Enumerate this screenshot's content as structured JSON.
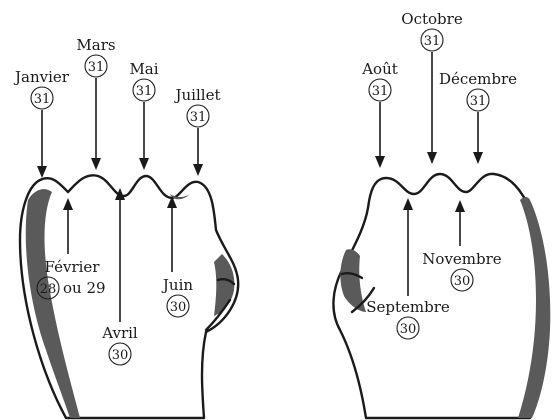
{
  "months": {
    "janvier": {
      "name": "Janvier",
      "days": "31"
    },
    "fevrier": {
      "name": "Février",
      "days": "28",
      "alt": "ou 29"
    },
    "mars": {
      "name": "Mars",
      "days": "31"
    },
    "avril": {
      "name": "Avril",
      "days": "30"
    },
    "mai": {
      "name": "Mai",
      "days": "31"
    },
    "juin": {
      "name": "Juin",
      "days": "30"
    },
    "juillet": {
      "name": "Juillet",
      "days": "31"
    },
    "aout": {
      "name": "Août",
      "days": "31"
    },
    "septembre": {
      "name": "Septembre",
      "days": "30"
    },
    "octobre": {
      "name": "Octobre",
      "days": "31"
    },
    "novembre": {
      "name": "Novembre",
      "days": "30"
    },
    "decembre": {
      "name": "Décembre",
      "days": "31"
    }
  }
}
